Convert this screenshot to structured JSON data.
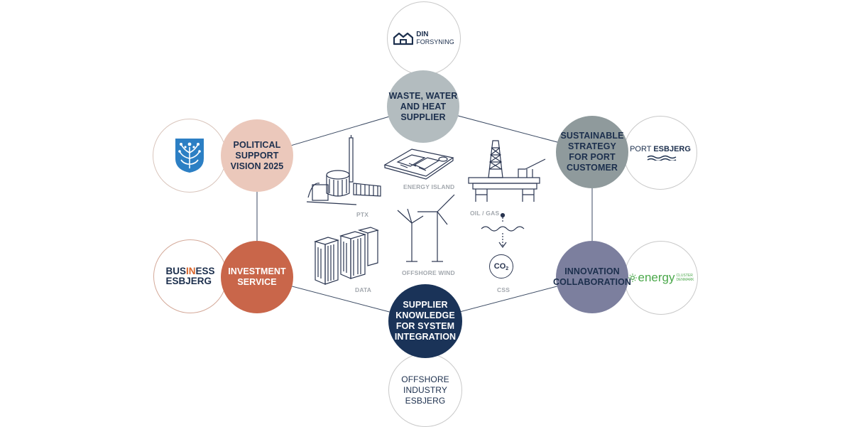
{
  "nodes": {
    "waste": {
      "label": "WASTE, WATER\nAND HEAT\nSUPPLIER",
      "color": "#b3bcbf"
    },
    "port": {
      "label": "SUSTAINABLE\nSTRATEGY\nFOR PORT\nCUSTOMER",
      "color": "#8f9a9c"
    },
    "innovation": {
      "label": "INNOVATION\nCOLLABORATION",
      "color": "#7c7f9e"
    },
    "supplier": {
      "label": "SUPPLIER\nKNOWLEDGE\nFOR SYSTEM\nINTEGRATION",
      "color": "#1a3358"
    },
    "investment": {
      "label": "INVESTMENT\nSERVICE",
      "color": "#c9664a"
    },
    "political": {
      "label": "POLITICAL\nSUPPORT\nVISION 2025",
      "color": "#ebc8bb"
    }
  },
  "logos": {
    "din_forsyning": {
      "line1": "DIN",
      "line2": "FORSYNING"
    },
    "port_esbjerg": {
      "word1": "PORT",
      "word2": "ESBJERG"
    },
    "energy_cluster": {
      "word": "energy",
      "sub1": "CLUSTER",
      "sub2": "DENMARK"
    },
    "business_esbjerg": {
      "line1a": "BUS",
      "line1b": "IN",
      "line1c": "ESS",
      "line2": "ESBJERG"
    },
    "offshore_industry": {
      "label": "OFFSHORE\nINDUSTRY\nESBJERG"
    },
    "esbjerg_coat": {}
  },
  "sectors": {
    "ptx": "PTX",
    "energy_island": "ENERGY ISLAND",
    "oil_gas": "OIL / GAS",
    "data": "DATA",
    "offshore_wind": "OFFSHORE WIND",
    "css": "CSS",
    "co2": "CO",
    "co2_sub": "2"
  },
  "colors": {
    "navy": "#1c2f4d",
    "line": "#3b4a63",
    "gray_border": "#c9c9c9",
    "energy_green": "#4aa84a",
    "business_orange": "#d9652b"
  }
}
